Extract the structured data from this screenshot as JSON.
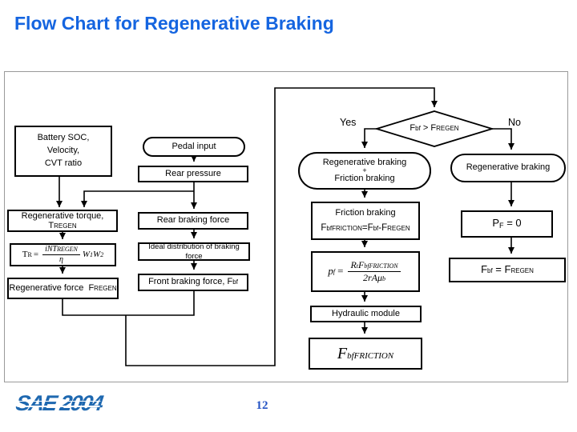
{
  "slide": {
    "title": "Flow Chart for Regenerative Braking",
    "page_number": "12",
    "logo_text": "SAE 2004"
  },
  "colors": {
    "title_blue": "#1565e0",
    "logo_blue": "#1e68b0",
    "page_number_blue": "#2453c4",
    "box_line": "#000000",
    "frame_gray": "#9a9a9a"
  },
  "flowchart": {
    "battery": {
      "l1": "Battery SOC,",
      "l2": "Velocity,",
      "l3": "CVT ratio"
    },
    "pedal_input": "Pedal input",
    "rear_pressure": "Rear pressure",
    "rear_braking_force": "Rear braking force",
    "ideal_distribution": "Ideal distribution of braking force",
    "front_braking": {
      "text": "Front braking force, ",
      "f": "F",
      "sub": "bf"
    },
    "regen_torque": {
      "l1": "Regenerative torque,",
      "t": "T",
      "sub": "REGEN"
    },
    "torque_formula": {
      "lhs": "T",
      "lhs_sub": "R",
      "equals": "=",
      "numerator": "iNT",
      "numerator_sub": "REGEN",
      "denominator": "η",
      "w1": "W",
      "w1_sub": "1",
      "w2": "W",
      "w2_sub": "2"
    },
    "regen_force": {
      "text": "Regenerative force ",
      "f": "F",
      "sub": "REGEN"
    },
    "decision": {
      "f1": "F",
      "f1_sub": "bf",
      "op": " > ",
      "f2": "F",
      "f2_sub": "REGEN"
    },
    "yes_label": "Yes",
    "no_label": "No",
    "regen_plus_friction": {
      "l1": "Regenerative braking",
      "l2": "+",
      "l3": "Friction braking"
    },
    "friction_box": {
      "l1": "Friction braking",
      "f1": "F",
      "f1_sub": "bfFRICTION",
      "eq": "=",
      "f2": "F",
      "f2_sub": "bf",
      "minus": "-",
      "f3": "F",
      "f3_sub": "REGEN"
    },
    "pressure_formula": {
      "lhs": "p",
      "lhs_sub": "f",
      "equals": "=",
      "num_r": "R",
      "num_r_sub": "t",
      "num_f": "F",
      "num_f_sub": "bfFRICTION",
      "den": "2rAμ",
      "den_sub": "b"
    },
    "hydraulic_module": "Hydraulic module",
    "friction_output": {
      "f": "F",
      "sub": "bfFRICTION"
    },
    "regen_only": "Regenerative braking",
    "pf_zero": {
      "p": "P",
      "p_sub": "F",
      "rest": " = 0"
    },
    "fbf_equals": {
      "f1": "F",
      "f1_sub": "bf",
      "eq": " = ",
      "f2": "F",
      "f2_sub": "REGEN"
    }
  }
}
